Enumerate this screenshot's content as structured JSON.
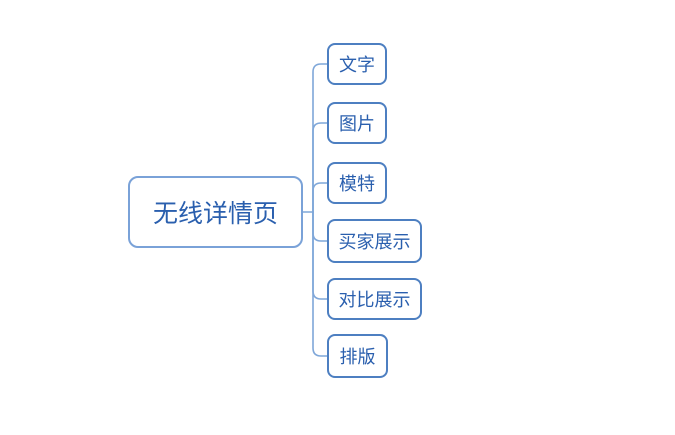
{
  "diagram": {
    "root": {
      "label": "无线详情页"
    },
    "children": [
      {
        "label": "文字"
      },
      {
        "label": "图片"
      },
      {
        "label": "模特"
      },
      {
        "label": "买家展示"
      },
      {
        "label": "对比展示"
      },
      {
        "label": "排版"
      }
    ],
    "colors": {
      "root_border": "#7aa2d8",
      "child_border": "#4d7fc1",
      "connector": "#7fa7d9",
      "text": "#2a5fae",
      "background": "#ffffff"
    }
  }
}
